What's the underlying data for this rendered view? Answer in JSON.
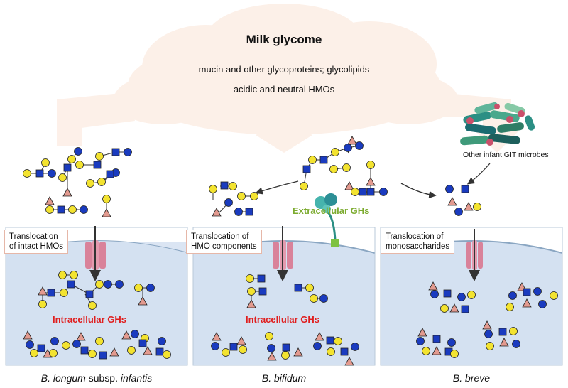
{
  "cloud": {
    "title": "Milk glycome",
    "line1": "mucin and other glycoproteins; glycolipids",
    "line2": "acidic and neutral HMOs"
  },
  "microbes_label": "Other infant GIT microbes",
  "extracellular_label": "Extracellular GHs",
  "panels": [
    {
      "translocation": [
        "Translocation",
        "of intact HMOs"
      ],
      "intracellular_label": "Intracellular GHs",
      "species": {
        "italic1": "B. longum",
        "plain": " subsp. ",
        "italic2": "infantis"
      }
    },
    {
      "translocation": [
        "Translocation of",
        "HMO components"
      ],
      "intracellular_label": "Intracellular GHs",
      "species": {
        "italic1": "B. bifidum",
        "plain": "",
        "italic2": ""
      }
    },
    {
      "translocation": [
        "Translocation of",
        "monosaccharides"
      ],
      "intracellular_label": "",
      "species": {
        "italic1": "B. breve",
        "plain": "",
        "italic2": ""
      }
    }
  ],
  "colors": {
    "cell_fill": "#dbe5f3",
    "membrane": "#8aa6c2",
    "transporter": "#d9829a",
    "glucose": "#1a3bbf",
    "galactose": "#f3e330",
    "glcnac": "#1a3bbf",
    "fucose": "#e39a8f",
    "extracellular_gh": "#7cab2f",
    "intracellular_gh": "#e01e1e"
  }
}
